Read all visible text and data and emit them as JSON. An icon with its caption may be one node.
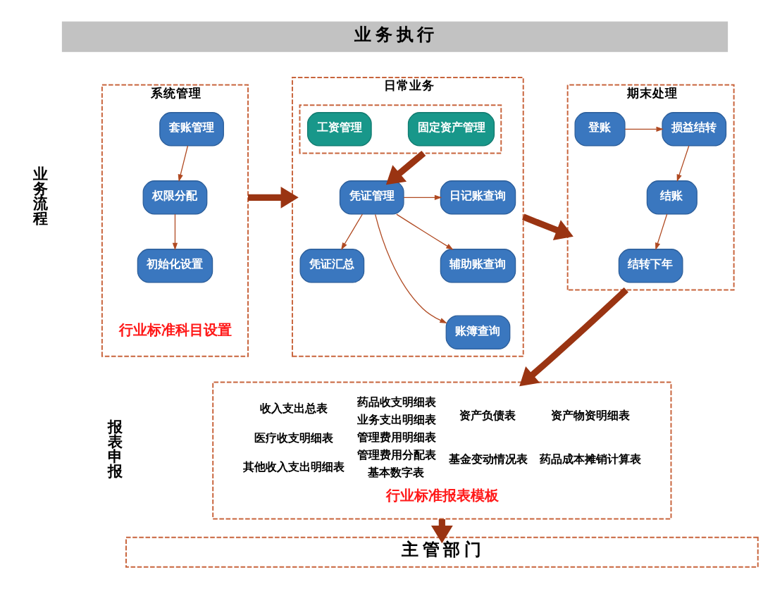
{
  "diagram": {
    "nodes": [
      {
        "text": [
          "业 务 执 行"
        ]
      },
      {
        "text": [
          "系统管理",
          "行业标准科目设置"
        ]
      },
      {
        "text": [
          "套账管理"
        ],
        "in": 1
      },
      {
        "text": [
          "权限分配"
        ],
        "in": 1
      },
      {
        "text": [
          "初始化设置"
        ],
        "in": 1
      },
      {
        "text": [
          "日常业务"
        ]
      },
      {
        "text": [],
        "shape": "box",
        "in": 5
      },
      {
        "text": [
          "工资管理"
        ],
        "in": 6
      },
      {
        "text": [
          "固定资产管理"
        ],
        "in": 6
      },
      {
        "text": [
          "凭证管理"
        ],
        "in": 5
      },
      {
        "text": [
          "凭证汇总"
        ],
        "in": 5
      },
      {
        "text": [
          "日记账查询"
        ],
        "in": 5
      },
      {
        "text": [
          "辅助账查询"
        ],
        "in": 5
      },
      {
        "text": [
          "账簿查询"
        ],
        "in": 5
      },
      {
        "text": [
          "期末处理"
        ]
      },
      {
        "text": [
          "登账"
        ],
        "in": 14
      },
      {
        "text": [
          "损益结转"
        ],
        "in": 14
      },
      {
        "text": [
          "结账"
        ],
        "in": 14
      },
      {
        "text": [
          "结转下年"
        ],
        "in": 14
      },
      {
        "text": [
          "收入支出总表",
          "医疗收支明细表",
          "其他收入支出明细表",
          "药品收支明细表",
          "业务支出明细表",
          "管理费用明细表",
          "管理费用分配表",
          "基本数字表",
          "资产负债表",
          "基金变动情况表",
          "资产物资明细表",
          "药品成本摊销计算表",
          "行业标准报表模板"
        ]
      },
      {
        "text": [
          "主 管 部 门"
        ]
      }
    ],
    "edges": [
      {
        "from": 2,
        "to": 3,
        "arrow": "to"
      },
      {
        "from": 3,
        "to": 4,
        "arrow": "to"
      },
      {
        "from": 1,
        "to": 5,
        "arrow": "to",
        "style": "thick",
        "color": "#9a3412"
      },
      {
        "from": 6,
        "to": 9,
        "arrow": "to",
        "style": "thick",
        "color": "#9a3412"
      },
      {
        "from": 9,
        "to": 10,
        "arrow": "to"
      },
      {
        "from": 9,
        "to": 11,
        "arrow": "to"
      },
      {
        "from": 9,
        "to": 12,
        "arrow": "to"
      },
      {
        "from": 9,
        "to": 13,
        "arrow": "to"
      },
      {
        "from": 5,
        "to": 14,
        "arrow": "to",
        "style": "thick",
        "color": "#9a3412"
      },
      {
        "from": 15,
        "to": 16,
        "arrow": "to"
      },
      {
        "from": 16,
        "to": 17,
        "arrow": "to"
      },
      {
        "from": 17,
        "to": 18,
        "arrow": "to"
      },
      {
        "from": 14,
        "to": 19,
        "arrow": "to",
        "style": "thick",
        "color": "#9a3412"
      },
      {
        "from": 19,
        "to": 20,
        "arrow": "to",
        "style": "thick",
        "color": "#9a3412"
      }
    ],
    "labels": [
      "业务流程",
      "报表申报"
    ]
  }
}
